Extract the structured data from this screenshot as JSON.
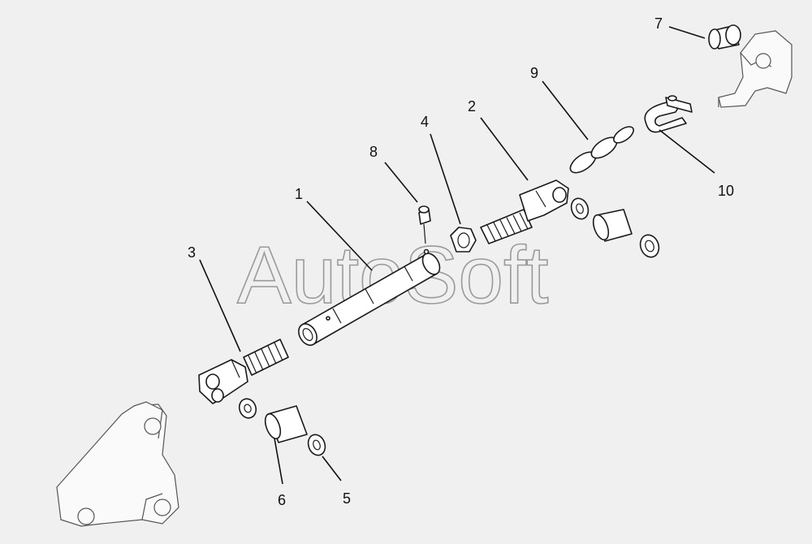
{
  "watermark": "AutoSoft",
  "callouts": {
    "c1": "1",
    "c2": "2",
    "c3": "3",
    "c4": "4",
    "c5": "5",
    "c6": "6",
    "c7": "7",
    "c8": "8",
    "c9": "9",
    "c10": "10"
  }
}
